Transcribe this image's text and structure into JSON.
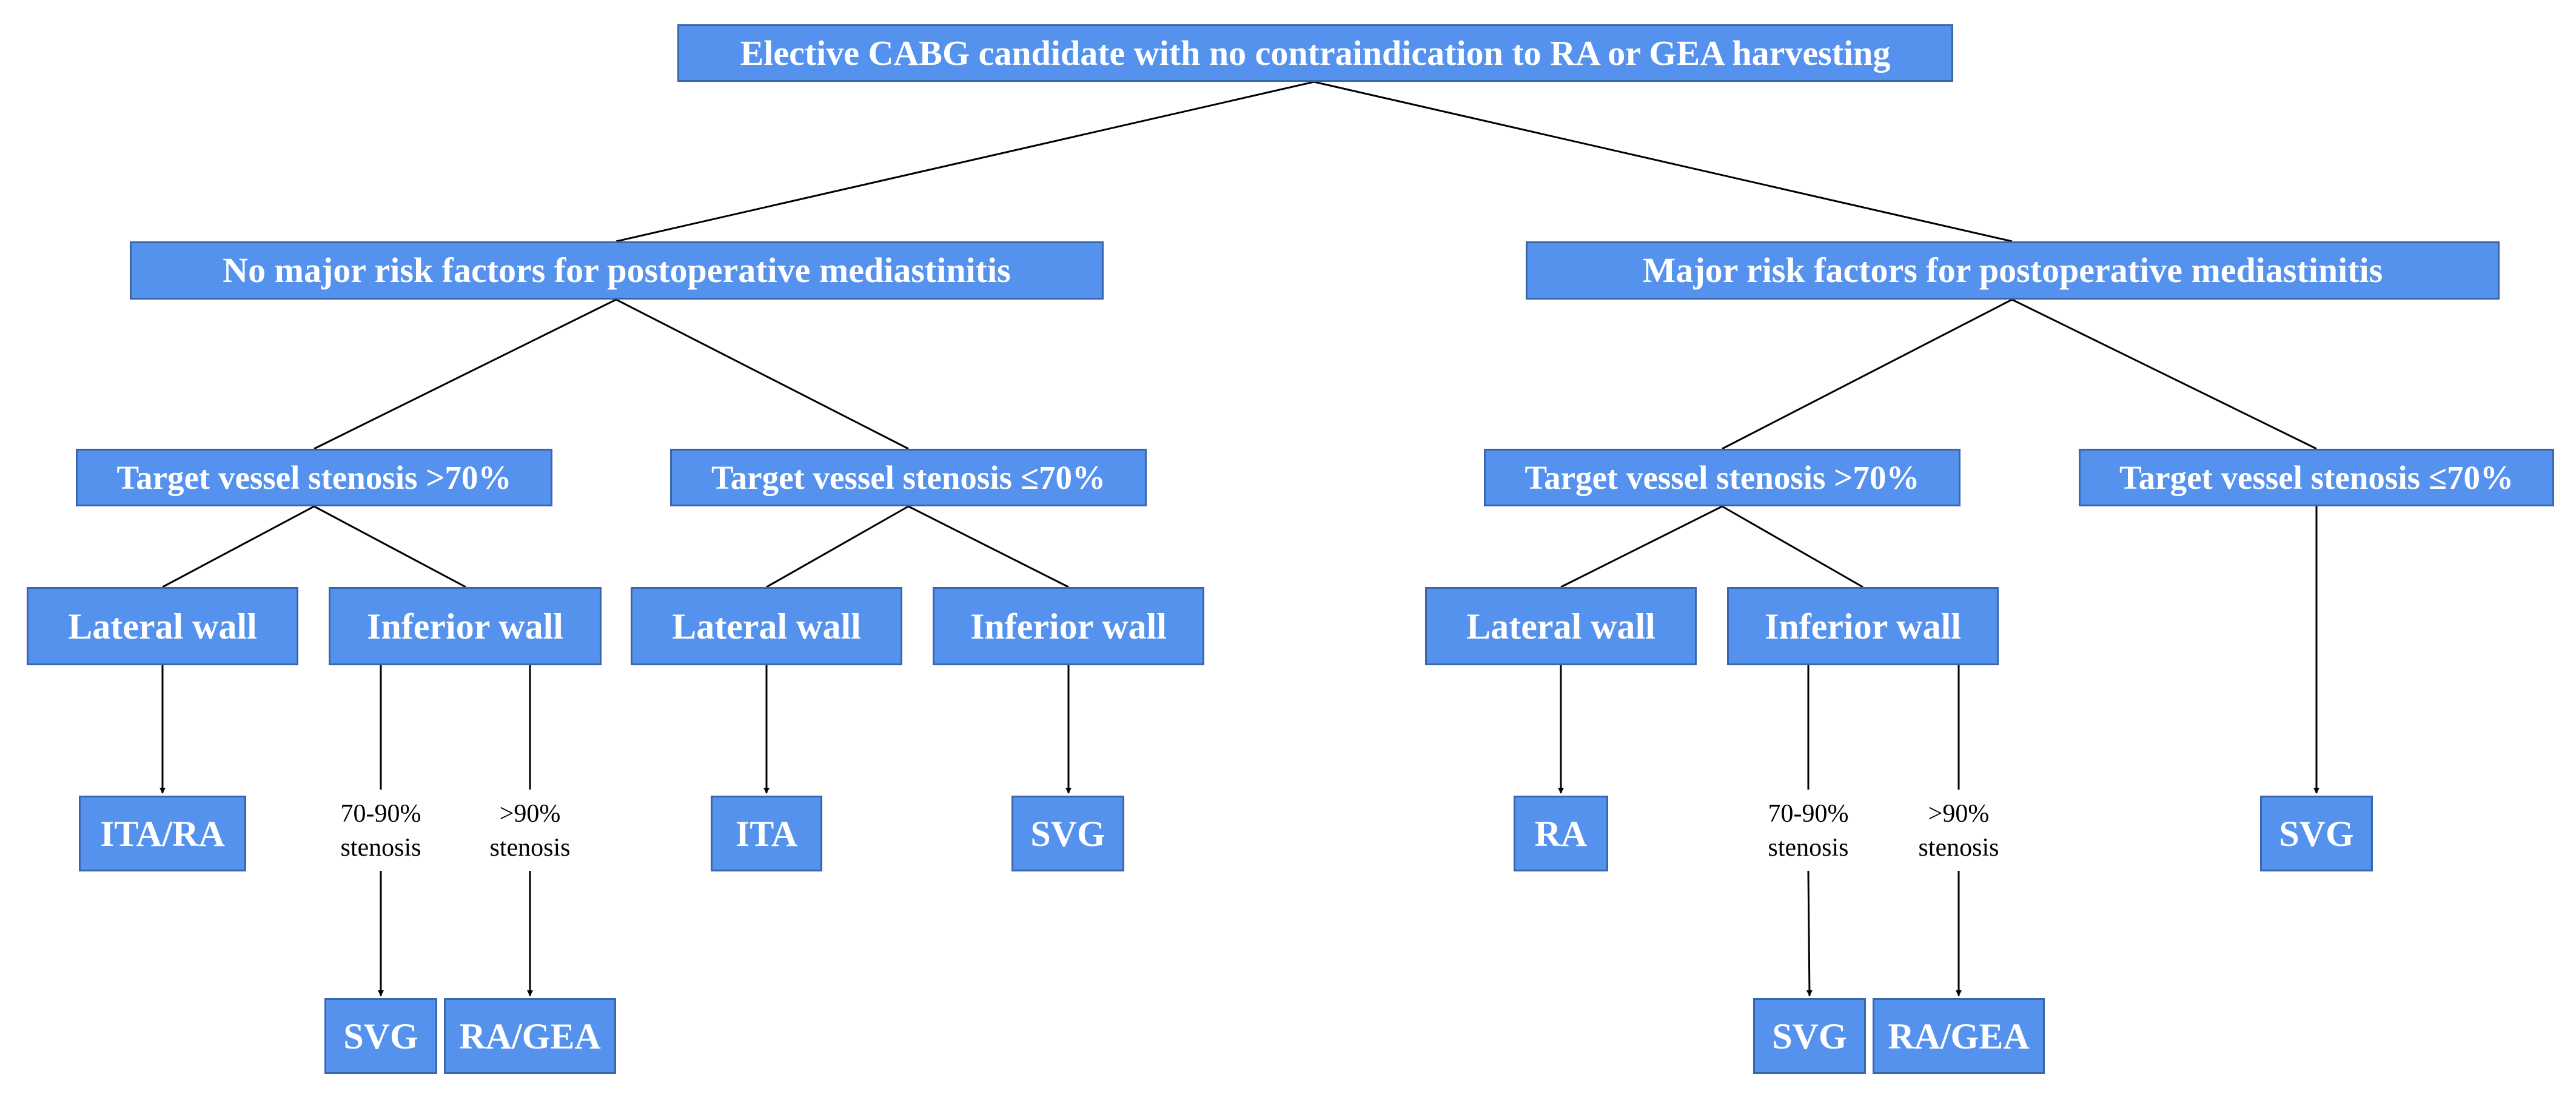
{
  "root": "Elective CABG candidate with no contraindication to RA or GEA harvesting",
  "left": {
    "risk": "No major risk factors for postoperative mediastinitis",
    "gt70": {
      "label": "Target vessel stenosis >70%",
      "lateral": {
        "label": "Lateral wall",
        "result": "ITA/RA"
      },
      "inferior": {
        "label": "Inferior wall",
        "cond_a": [
          "70-90%",
          "stenosis"
        ],
        "result_a": "SVG",
        "cond_b": [
          ">90%",
          "stenosis"
        ],
        "result_b": "RA/GEA"
      }
    },
    "le70": {
      "label": "Target vessel stenosis ≤70%",
      "lateral": {
        "label": "Lateral wall",
        "result": "ITA"
      },
      "inferior": {
        "label": "Inferior wall",
        "result": "SVG"
      }
    }
  },
  "right": {
    "risk": "Major risk factors for postoperative mediastinitis",
    "gt70": {
      "label": "Target vessel stenosis >70%",
      "lateral": {
        "label": "Lateral wall",
        "result": "RA"
      },
      "inferior": {
        "label": "Inferior wall",
        "cond_a": [
          "70-90%",
          "stenosis"
        ],
        "result_a": "SVG",
        "cond_b": [
          ">90%",
          "stenosis"
        ],
        "result_b": "RA/GEA"
      }
    },
    "le70": {
      "label": "Target vessel stenosis ≤70%",
      "result": "SVG"
    }
  },
  "colors": {
    "box_fill": "#5592ee",
    "box_border": "#3a66b0",
    "text": "#ffffff",
    "edge": "#000000"
  }
}
